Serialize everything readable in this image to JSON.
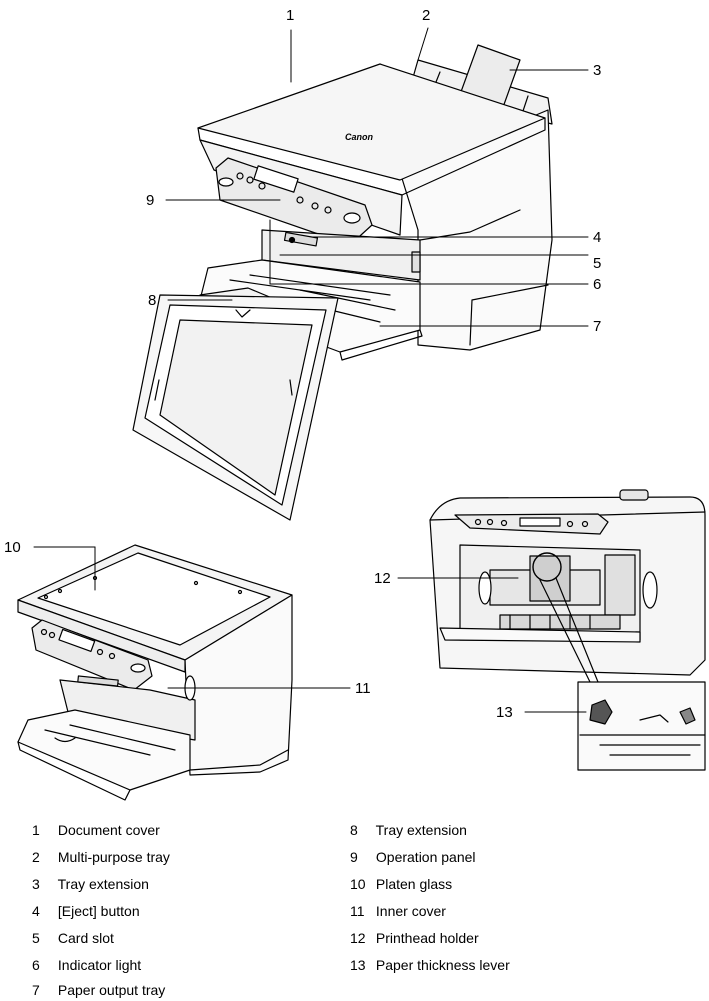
{
  "logo_text": "Canon",
  "callouts": [
    "1",
    "2",
    "3",
    "4",
    "5",
    "6",
    "7",
    "8",
    "9",
    "10",
    "11",
    "12",
    "13"
  ],
  "legend": [
    {
      "num": "1",
      "label": "Document cover"
    },
    {
      "num": "2",
      "label": "Multi-purpose tray"
    },
    {
      "num": "3",
      "label": "Tray extension"
    },
    {
      "num": "4",
      "label": "[Eject] button"
    },
    {
      "num": "5",
      "label": "Card slot"
    },
    {
      "num": "6",
      "label": "Indicator light"
    },
    {
      "num": "7",
      "label": "Paper output tray"
    },
    {
      "num": "8",
      "label": "Tray extension"
    },
    {
      "num": "9",
      "label": "Operation panel"
    },
    {
      "num": "10",
      "label": "Platen glass"
    },
    {
      "num": "11",
      "label": "Inner cover"
    },
    {
      "num": "12",
      "label": "Printhead holder"
    },
    {
      "num": "13",
      "label": "Paper thickness lever"
    }
  ]
}
